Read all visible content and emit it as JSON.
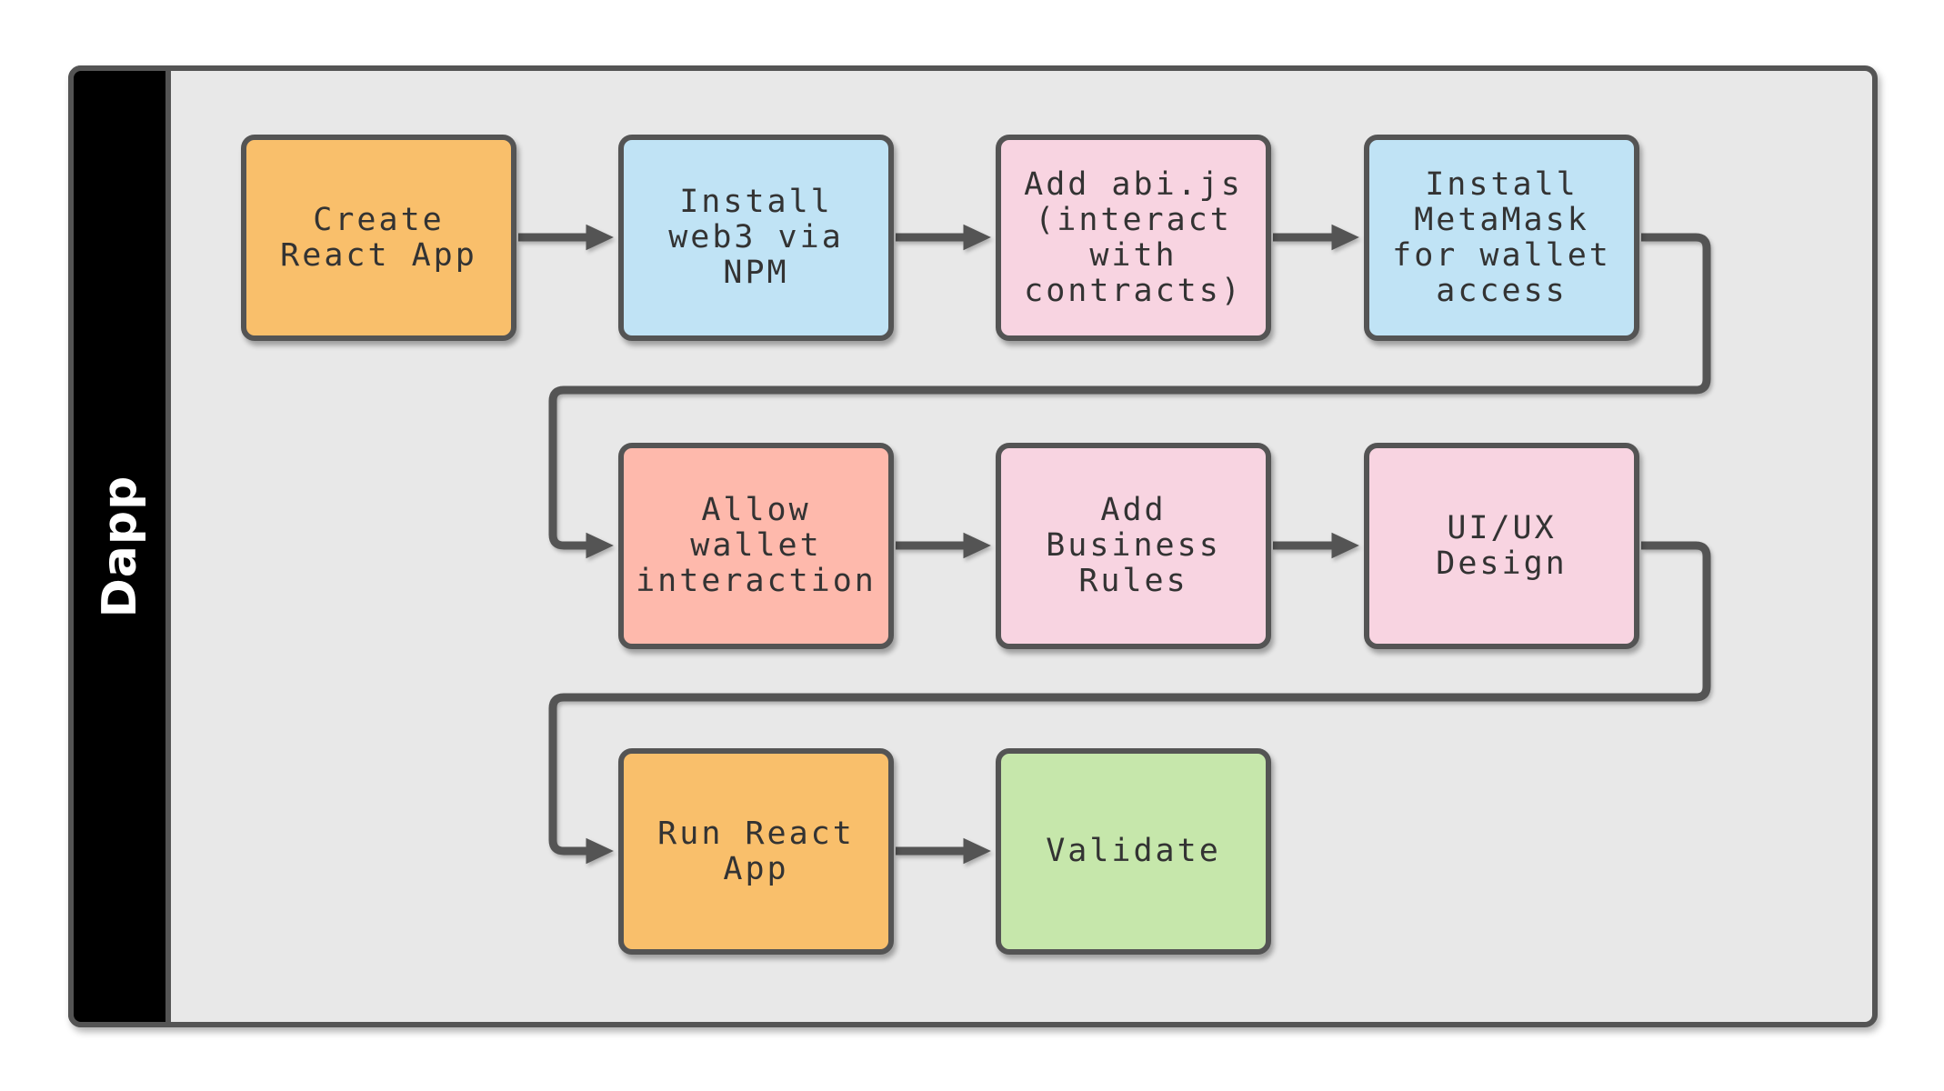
{
  "diagram": {
    "type": "flowchart",
    "container_label": "Dapp",
    "nodes": [
      {
        "id": "create-react-app",
        "label": "Create\nReact App",
        "color": "orange"
      },
      {
        "id": "install-web3",
        "label": "Install\nweb3 via\nNPM",
        "color": "blue"
      },
      {
        "id": "add-abi-js",
        "label": "Add abi.js\n(interact\nwith\ncontracts)",
        "color": "pink"
      },
      {
        "id": "install-metamask",
        "label": "Install\nMetaMask\nfor wallet\naccess",
        "color": "blue"
      },
      {
        "id": "allow-wallet",
        "label": "Allow\nwallet\ninteraction",
        "color": "salmon"
      },
      {
        "id": "add-business-rules",
        "label": "Add\nBusiness\nRules",
        "color": "pink"
      },
      {
        "id": "uiux-design",
        "label": "UI/UX\nDesign",
        "color": "pink"
      },
      {
        "id": "run-react-app",
        "label": "Run React\nApp",
        "color": "orange"
      },
      {
        "id": "validate",
        "label": "Validate",
        "color": "green"
      }
    ],
    "edges": [
      {
        "from": "create-react-app",
        "to": "install-web3"
      },
      {
        "from": "install-web3",
        "to": "add-abi-js"
      },
      {
        "from": "add-abi-js",
        "to": "install-metamask"
      },
      {
        "from": "install-metamask",
        "to": "allow-wallet"
      },
      {
        "from": "allow-wallet",
        "to": "add-business-rules"
      },
      {
        "from": "add-business-rules",
        "to": "uiux-design"
      },
      {
        "from": "uiux-design",
        "to": "run-react-app"
      },
      {
        "from": "run-react-app",
        "to": "validate"
      }
    ],
    "palette": {
      "orange": "#f9bf6b",
      "blue": "#c0e3f5",
      "pink": "#f8d4e1",
      "salmon": "#feb9ac",
      "green": "#c6e7ab",
      "line": "#545454",
      "node_border": "#545454",
      "node_text": "#333333",
      "container_bg": "#e8e8e8",
      "sidebar_bg": "#000000",
      "sidebar_text": "#ffffff",
      "page_bg": "#ffffff"
    }
  }
}
